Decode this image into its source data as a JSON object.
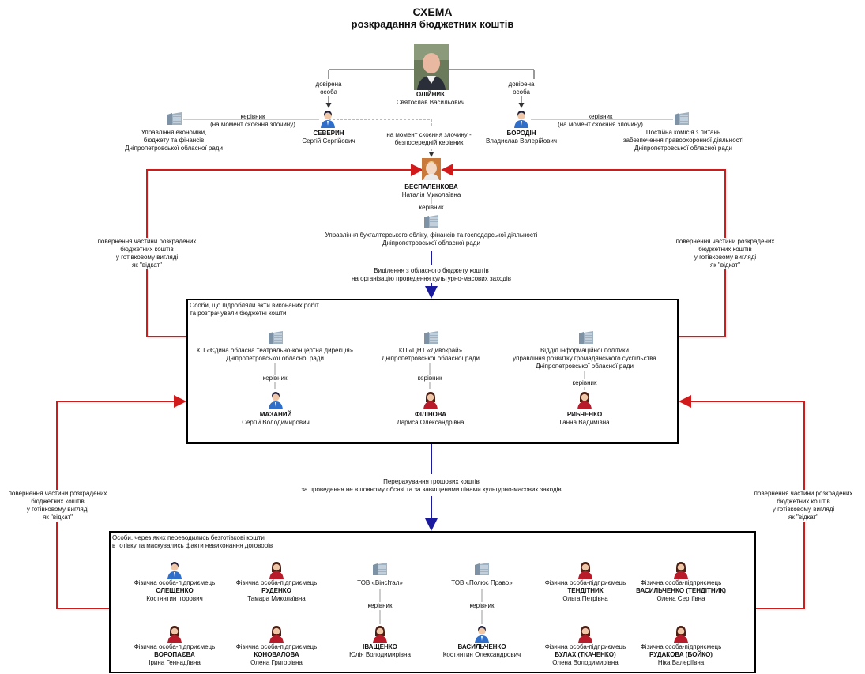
{
  "title": {
    "line1": "СХЕМА",
    "line2": "розкрадання бюджетних коштів"
  },
  "icon_colors": {
    "male": "#2f6fc9",
    "female": "#b81c2a",
    "org": "#8fa3b3"
  },
  "arrow_colors": {
    "red": "#d21a1a",
    "blue": "#1a1a9e",
    "gray": "#666666"
  },
  "top": {
    "olijnyk": {
      "surname": "ОЛІЙНИК",
      "name": "Святослав Васильович"
    },
    "trusted_left": "довірена\nособа",
    "trusted_right": "довірена\nособа",
    "severyn": {
      "surname": "СЕВЕРИН",
      "name": "Сергій Сергійович"
    },
    "borodin": {
      "surname": "БОРОДІН",
      "name": "Владислав Валерійович"
    },
    "org_left": "Управління економіки,\nбюджету та фінансів\nДніпропетровської обласної ради",
    "org_right": "Постійна комісія з питань\nзабезпечення правоохоронної діяльності\nДніпропетровської обласної ради",
    "head_left": "керівник\n(на момент скоєння злочину)",
    "head_right": "керівник\n(на момент скоєння злочину)",
    "direct_head": "на момент скоєння злочину -\nбезпосередній керівник"
  },
  "bespalenkova": {
    "surname": "БЕСПАЛЕНКОВА",
    "name": "Наталія Миколаївна",
    "role": "керівник"
  },
  "accounting": "Управління бухгалтерського обліку, фінансів та господарської діяльності\nДніпропетровської обласної ради",
  "allocation": "Виділення з обласного бюджету коштів\nна організацію проведення культурно-масових заходів",
  "kickback": "повернення частини розкрадених\nбюджетних коштів\nу готівковому вигляді\nяк \"відкат\"",
  "box1": {
    "title": "Особи, що підробляли акти виконаних робіт\nта розтрачували бюджетні кошти",
    "orgs": [
      {
        "org": "КП «Єдина обласна театрально-концертна дирекція»\nДніпропетровської обласної ради",
        "role": "керівник",
        "surname": "МАЗАНИЙ",
        "name": "Сергій Володимирович"
      },
      {
        "org": "КП «ЦНТ «Дивокрай»\nДніпропетровської обласної ради",
        "role": "керівник",
        "surname": "ФІЛІНОВА",
        "name": "Лариса Олександрівна"
      },
      {
        "org": "Відділ інформаційної політики\nуправління розвитку громадянського суспільства\nДніпропетровської обласної ради",
        "role": "керівник",
        "surname": "РИБЧЕНКО",
        "name": "Ганна Вадимівна"
      }
    ]
  },
  "transfer": "Перерахування грошових коштів\nза проведення не в повному обсязі та за завищеними цінами культурно-масових заходів",
  "box2": {
    "title": "Особи, через яких переводились безготівкові кошти\nв готівку та маскувались факти невиконання договорів",
    "fop": "Фізична особа-підприємець",
    "row1": [
      {
        "surname": "ОЛЕЩЕНКО",
        "name": "Костянтин Ігорович"
      },
      {
        "surname": "РУДЕНКО",
        "name": "Тамара Миколаївна"
      },
      {
        "surname": "ТЕНДІТНИК",
        "name": "Ольга Петрівна"
      },
      {
        "surname": "ВАСИЛЬЧЕНКО (ТЕНДІТНИК)",
        "name": "Олена Сергіївна"
      }
    ],
    "row2": [
      {
        "surname": "ВОРОПАЄВА",
        "name": "Ірина Геннадіївна"
      },
      {
        "surname": "КОНОВАЛОВА",
        "name": "Олена Григорівна"
      },
      {
        "surname": "БУЛАХ (ТКАЧЕНКО)",
        "name": "Олена Володимирівна"
      },
      {
        "surname": "РУДАКОВА (БОЙКО)",
        "name": "Ніка Валеріївна"
      }
    ],
    "companies": [
      {
        "org": "ТОВ «ВінсІтал»",
        "role": "керівник",
        "surname": "ІВАЩЕНКО",
        "name": "Юлія Володимирівна"
      },
      {
        "org": "ТОВ «Полюс Право»",
        "role": "керівник",
        "surname": "ВАСИЛЬЧЕНКО",
        "name": "Костянтин Олександрович"
      }
    ]
  }
}
